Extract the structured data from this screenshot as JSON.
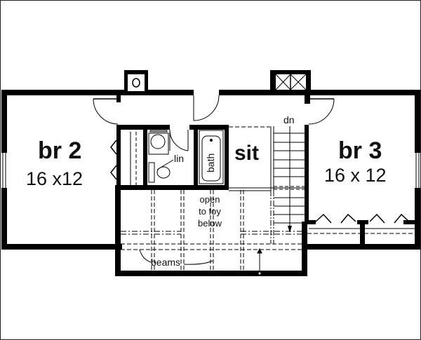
{
  "plan": {
    "frame_color": "#000000",
    "background": "#ffffff",
    "rooms": [
      {
        "id": "br2",
        "name": "br 2",
        "dimensions": "16 x12"
      },
      {
        "id": "br3",
        "name": "br 3",
        "dimensions": "16 x 12"
      },
      {
        "id": "sit",
        "name": "sit"
      }
    ],
    "labels": {
      "bath": "bath",
      "linen": "lin",
      "stairs_down": "dn",
      "open_line1": "open",
      "open_line2": "to foy",
      "open_line3": "below",
      "beams": "beams"
    },
    "symbols": {
      "left_chimney": "circle-flue-icon",
      "right_chimney": "double-x-flue-icon"
    }
  }
}
